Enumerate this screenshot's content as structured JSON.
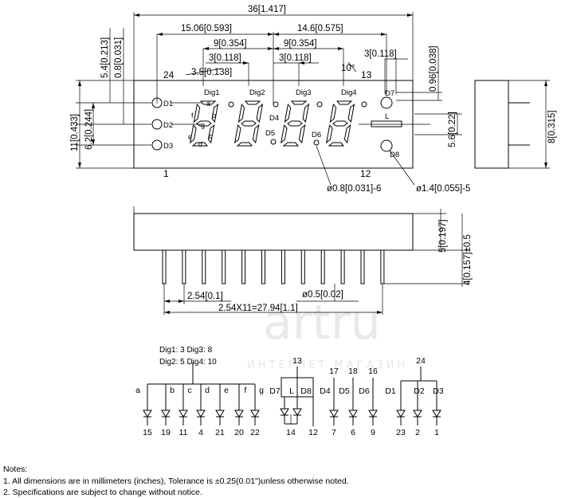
{
  "watermark": {
    "text": "artru",
    "subtitle": "ИНТЕРНЕТ МАГАЗИН"
  },
  "top_dims": {
    "total": "36[1.417]",
    "d1": "15.06[0.593]",
    "d2": "14.6[0.575]",
    "d3": "9[0.354]",
    "d4": "9[0.354]",
    "d5": "3[0.118]",
    "d6": "3[0.118]",
    "d7": "3[0.118]",
    "d8": "3.5[0.138]",
    "d9": "10°",
    "left_a": "5.4[0.213]",
    "left_b": "0.8[0.031]",
    "left_c": "6.2[0.244]",
    "left_d": "11[0.433]",
    "right_a": "0.96[0.038]",
    "right_b": "5.6[0.22]",
    "side": "8[0.315]"
  },
  "front": {
    "pin24": "24",
    "pin13": "13",
    "pin1": "1",
    "pin12": "12",
    "digits": [
      "Dig1",
      "Dig2",
      "Dig3",
      "Dig4"
    ],
    "leds": [
      "D1",
      "D2",
      "D3",
      "D4",
      "D5",
      "D6",
      "D7",
      "D8"
    ],
    "segments": [
      "a",
      "b",
      "c",
      "d",
      "e",
      "f",
      "g"
    ],
    "colon_label": "L",
    "hole_small": "ø0.8[0.031]-6",
    "hole_large": "ø1.4[0.055]-5"
  },
  "side_dims": {
    "body_h": "5[0.197]",
    "lead_len": "4[0.157]±0.5",
    "pin_dia": "ø0.5[0.02]",
    "pitch": "2.54[0.1]",
    "span": "2.54X11=27.94[1.1]"
  },
  "digit_map": {
    "l1": "Dig1:  3  Dig3:  8",
    "l2": "Dig2:  5  Dig4:  10"
  },
  "circuit": {
    "group1_segments": [
      "a",
      "b",
      "c",
      "d",
      "e",
      "f",
      "g"
    ],
    "group1_pins": [
      "15",
      "19",
      "11",
      "4",
      "21",
      "20",
      "22"
    ],
    "group2_top": "13",
    "group2_labels": [
      "D7",
      "L",
      "D8"
    ],
    "group2_pins": [
      "14",
      "12"
    ],
    "group3_tops": [
      "17",
      "18",
      "16"
    ],
    "group3_labels": [
      "D4",
      "D5",
      "D6"
    ],
    "group3_pins": [
      "7",
      "6",
      "9"
    ],
    "group4_top": "24",
    "group4_labels": [
      "D1",
      "D2",
      "D3"
    ],
    "group4_pins": [
      "23",
      "2",
      "1"
    ]
  },
  "notes": {
    "title": "Notes:",
    "n1": "1. All dimensions are in millimeters (inches), Tolerance is ±0.25(0.01\")unless otherwise noted.",
    "n2": "2. Specifications are subject  to change without notice."
  }
}
